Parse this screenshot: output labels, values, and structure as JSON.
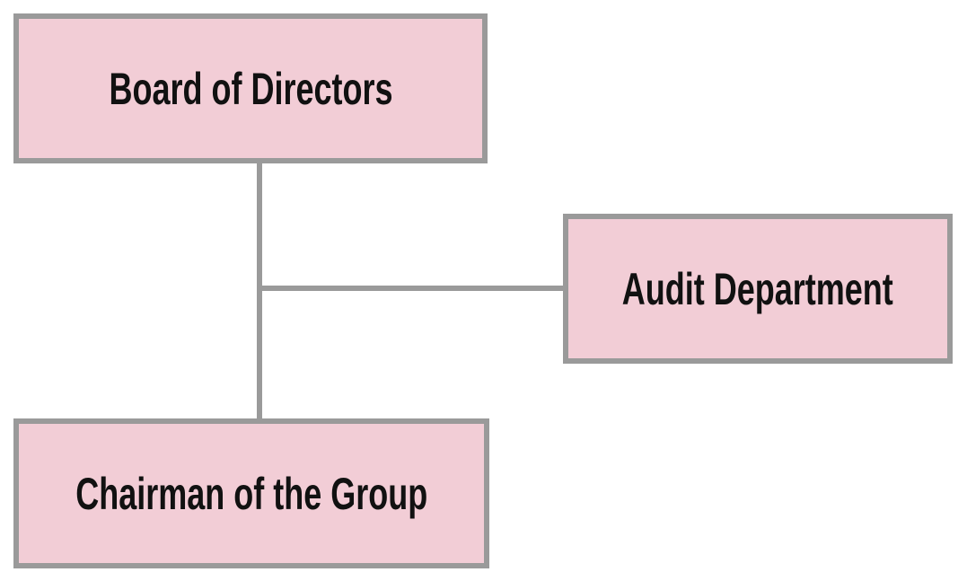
{
  "diagram": {
    "type": "org-chart",
    "nodes": [
      {
        "id": "board",
        "label": "Board of Directors"
      },
      {
        "id": "audit",
        "label": "Audit Department"
      },
      {
        "id": "chairman",
        "label": "Chairman of the Group"
      }
    ],
    "edges": [
      {
        "from": "board",
        "to": "chairman"
      },
      {
        "from": "board",
        "to": "audit"
      }
    ],
    "colors": {
      "node_fill": "#f2cdd6",
      "node_border": "#9a9a9a",
      "connector": "#9a9a9a",
      "label_text": "#111111",
      "background": "#ffffff"
    }
  }
}
